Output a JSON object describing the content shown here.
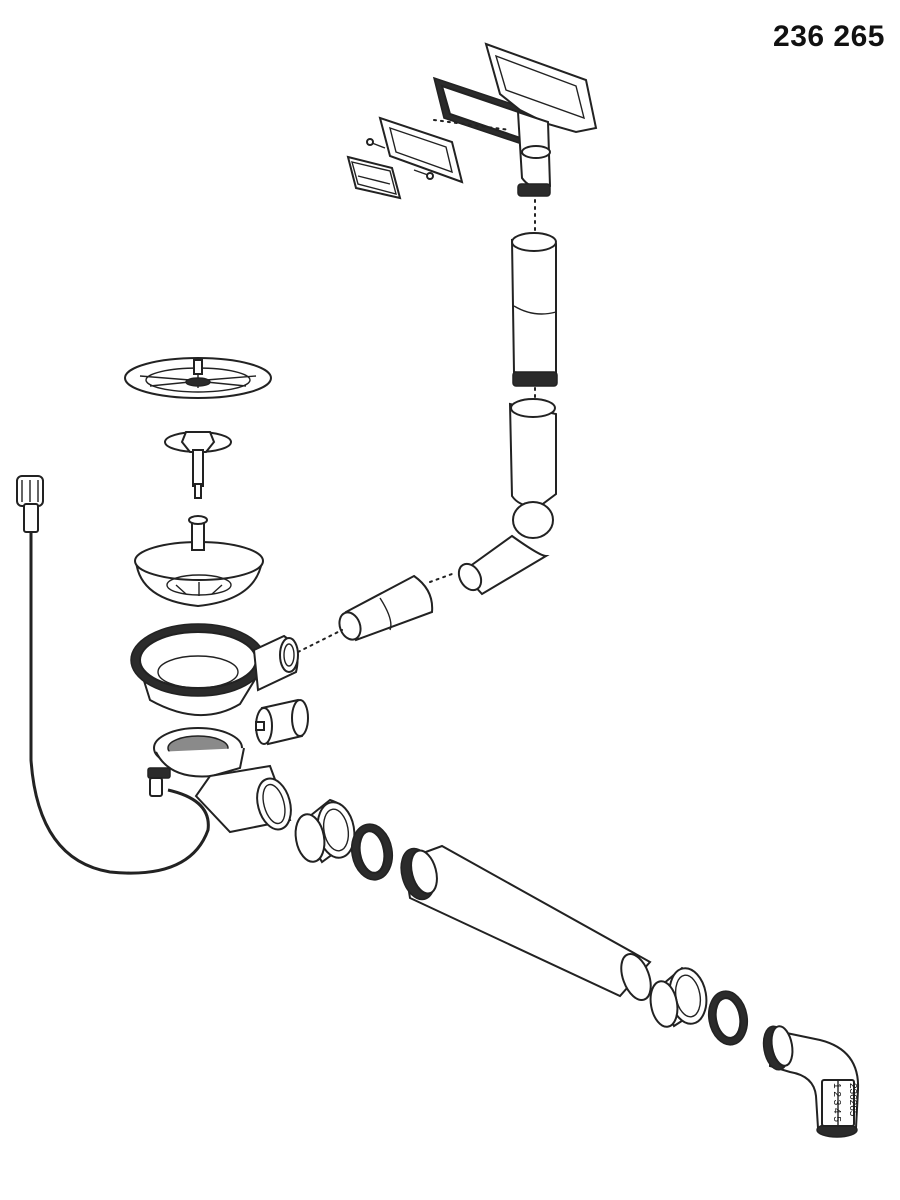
{
  "product": {
    "part_number": "236 265"
  },
  "elbow_label": {
    "line1": "236265",
    "line2": "1 2 3 4 5"
  },
  "colors": {
    "line": "#222222",
    "seal": "#2b2b2b",
    "background": "#ffffff"
  }
}
